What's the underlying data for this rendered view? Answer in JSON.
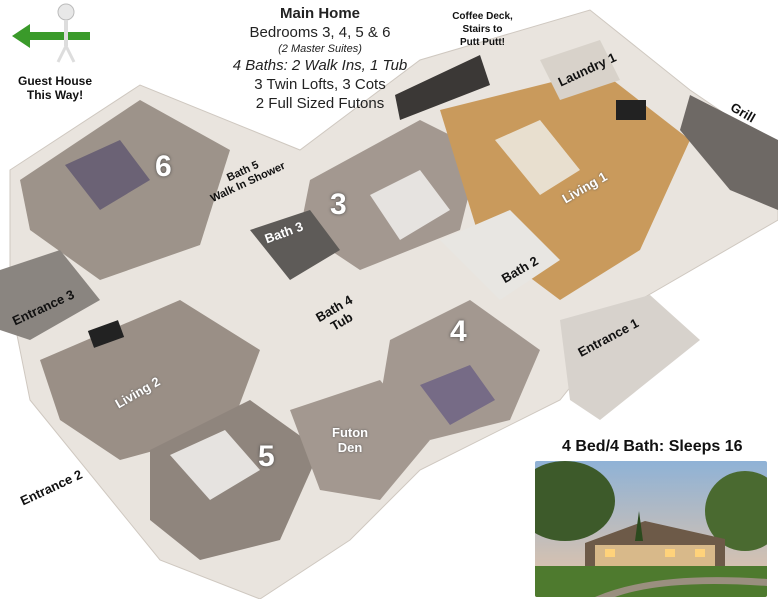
{
  "header": {
    "title": "Main Home",
    "bedrooms": "Bedrooms 3, 4, 5 & 6",
    "suites": "(2 Master Suites)",
    "baths": "4 Baths: 2 Walk Ins, 1 Tub",
    "lofts": "3 Twin Lofts, 3 Cots",
    "futons": "2 Full Sized Futons"
  },
  "notes": {
    "guest_house": [
      "Guest House",
      "This Way!"
    ],
    "coffee_deck": [
      "Coffee Deck,",
      "Stairs to",
      "Putt Putt!"
    ]
  },
  "rooms": {
    "bedroom6": "6",
    "bath5": [
      "Bath 5",
      "Walk In Shower"
    ],
    "bedroom3": "3",
    "bath3": "Bath 3",
    "bath4": [
      "Bath 4",
      "Tub"
    ],
    "bath2": "Bath 2",
    "living1": "Living 1",
    "laundry1": "Laundry 1",
    "grill": "Grill",
    "entrance1": "Entrance 1",
    "bedroom4": "4",
    "entrance3": "Entrance 3",
    "living2": "Living 2",
    "bedroom5": "5",
    "futon_den": [
      "Futon",
      "Den"
    ],
    "entrance2": "Entrance 2"
  },
  "photo_caption": "4 Bed/4 Bath: Sleeps 16",
  "colors": {
    "arrow": "#3a9a2a",
    "wood": "#c99a5c",
    "wall": "#e9e4de",
    "floor": "#a59a8f"
  }
}
